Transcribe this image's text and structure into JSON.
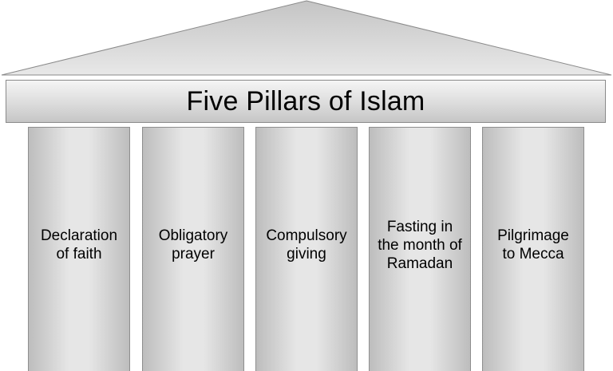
{
  "title": "Five Pillars of Islam",
  "pillars": [
    {
      "label": "Declaration\nof faith"
    },
    {
      "label": "Obligatory\nprayer"
    },
    {
      "label": "Compulsory\ngiving"
    },
    {
      "label": "Fasting in\nthe month of\nRamadan"
    },
    {
      "label": "Pilgrimage\nto Mecca"
    }
  ],
  "colors": {
    "structure_fill": "#d9d9d9",
    "structure_border": "#8a8a8a",
    "text": "#000000"
  }
}
